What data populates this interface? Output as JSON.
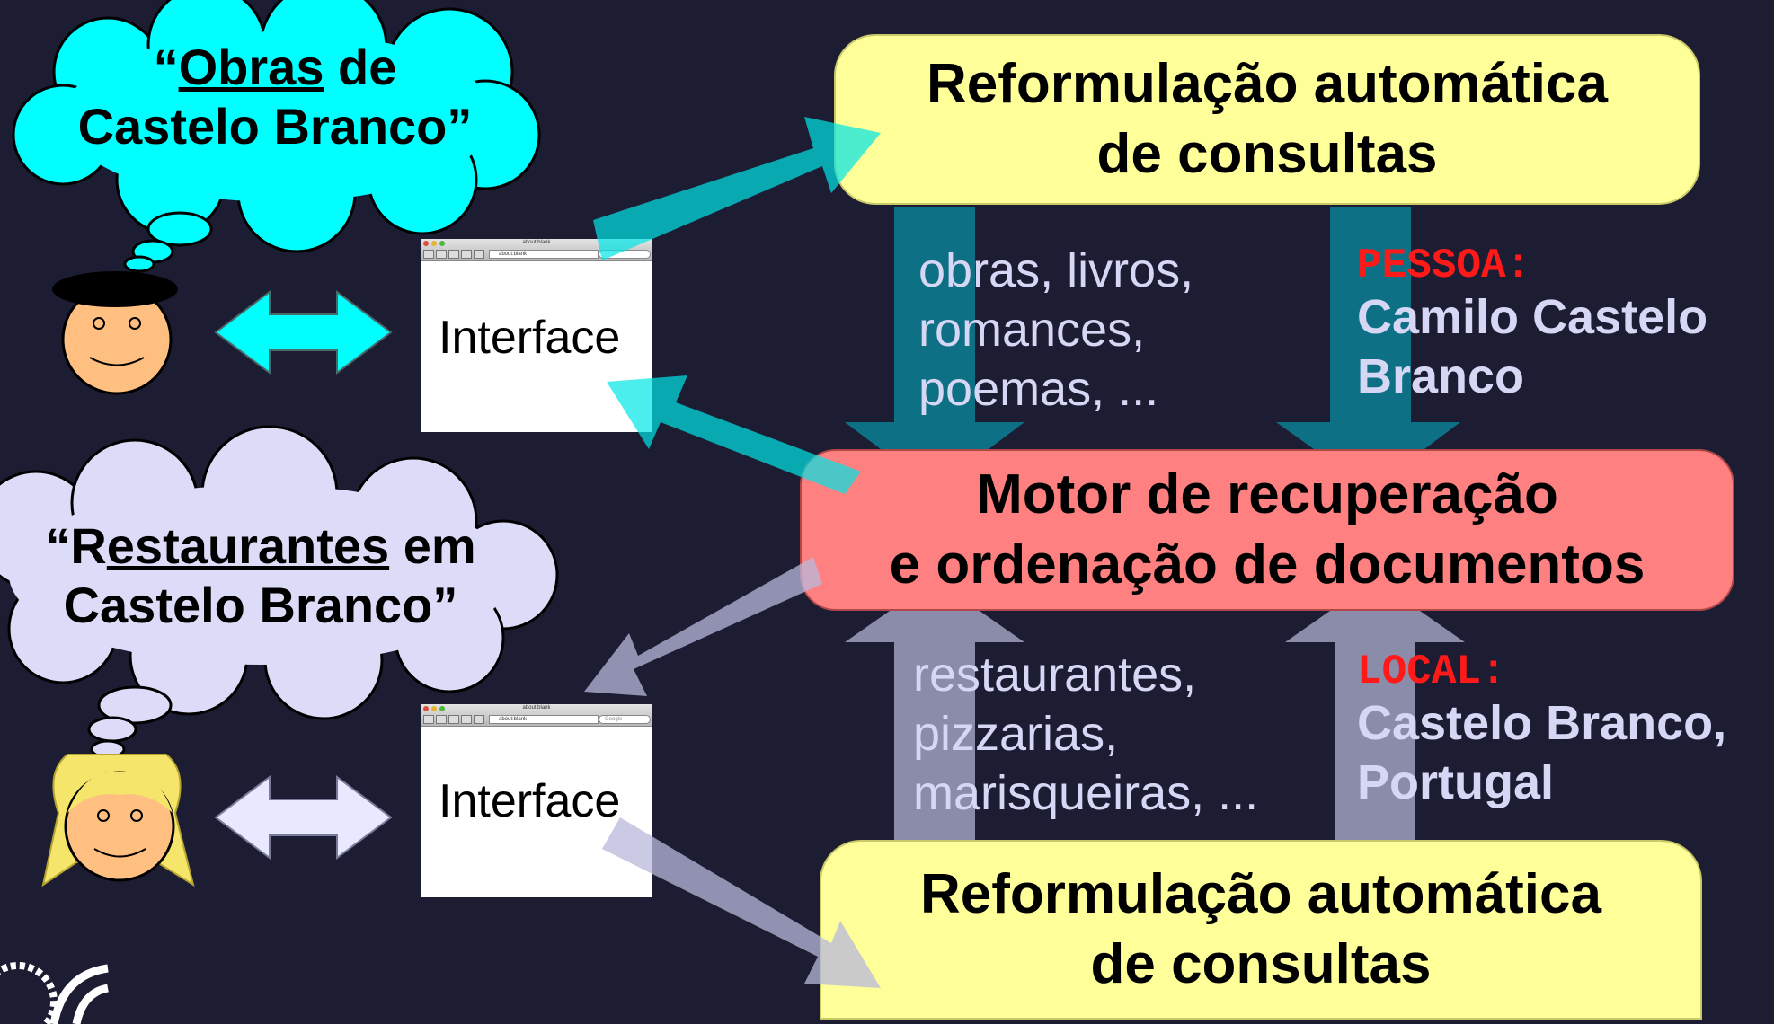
{
  "top_box": {
    "line1": "Reformulação automática",
    "line2": "de consultas"
  },
  "bottom_box": {
    "line1": "Reformulação automática",
    "line2": "de consultas"
  },
  "engine": {
    "line1": "Motor de recuperação",
    "line2": "e ordenação de documentos"
  },
  "query1": {
    "open": "“",
    "underlined": "Obras",
    "rest1": " de",
    "line2": "Castelo Branco”"
  },
  "query2": {
    "open": "“R",
    "underlined": "estaurantes",
    "rest1": " em",
    "line2": "Castelo Branco”"
  },
  "interface1": {
    "label": "Interface",
    "title": "about:blank",
    "url": "about:blank",
    "search": ""
  },
  "interface2": {
    "label": "Interface",
    "title": "about:blank",
    "url": "about:blank",
    "search": "Google"
  },
  "terms_top": [
    "obras, livros,",
    "romances,",
    "poemas, ..."
  ],
  "terms_bottom": [
    "restaurantes,",
    "pizzarias,",
    "marisqueiras, ..."
  ],
  "entity_top": {
    "label": "PESSOA:",
    "value1": "Camilo Castelo",
    "value2": "Branco"
  },
  "entity_bottom": {
    "label": "LOCAL:",
    "value1": "Castelo Branco,",
    "value2": "Portugal"
  },
  "colors": {
    "background": "#1c1c33",
    "reformulation_box": "#ffff99",
    "engine_box": "#ff8080",
    "cyan_flow": "#00e5e5",
    "lavender_flow": "#d0d0f2",
    "entity_label": "#ff1a1a"
  }
}
